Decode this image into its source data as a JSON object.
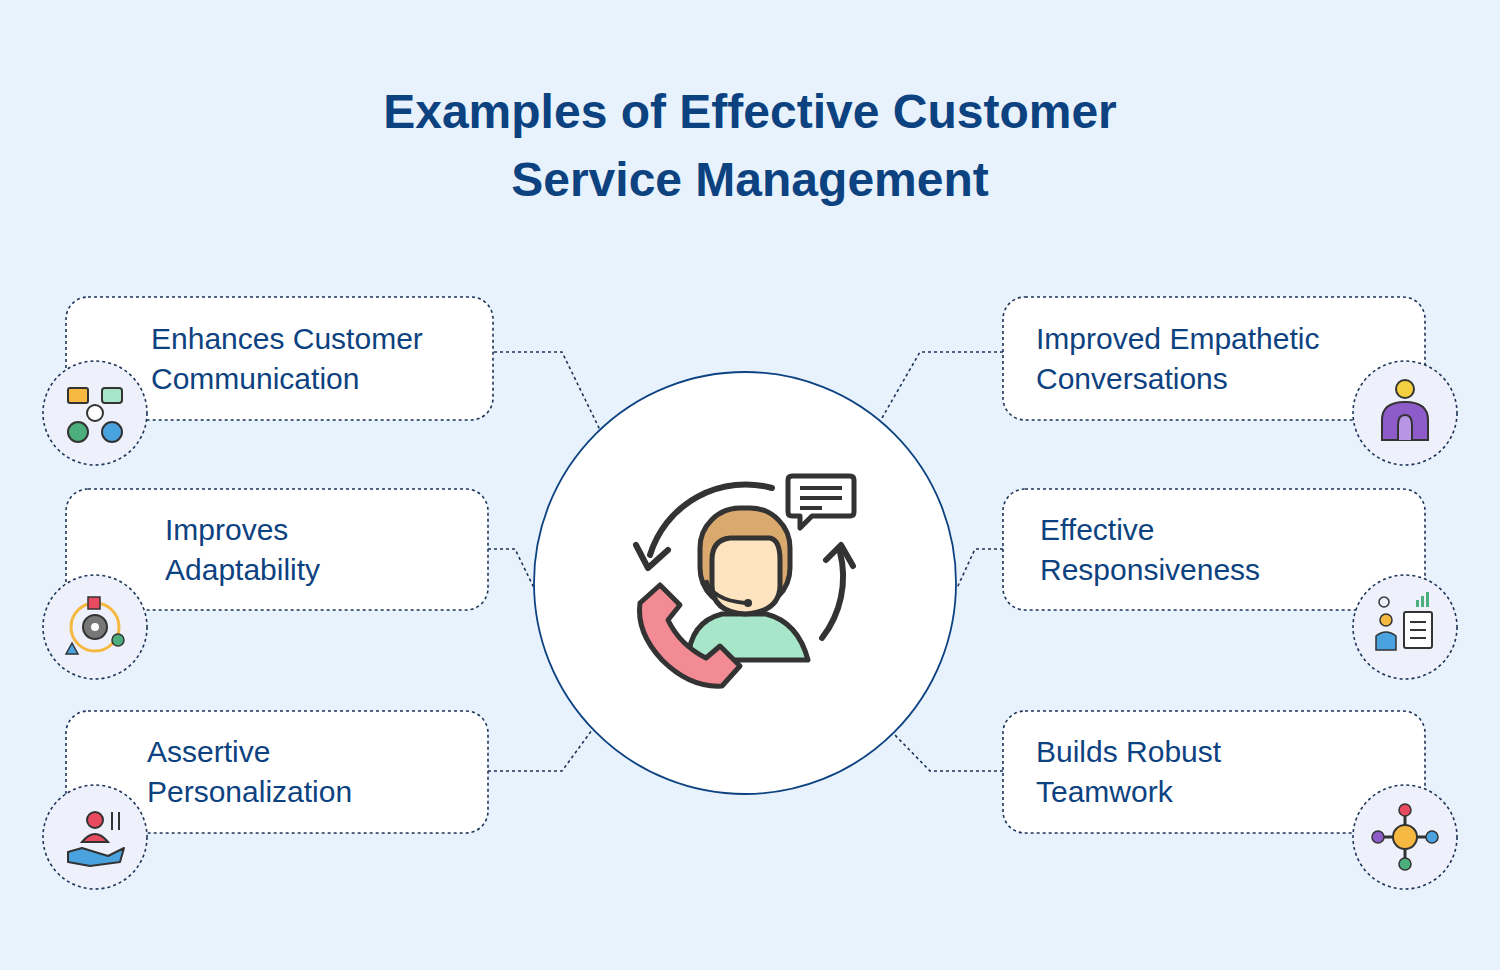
{
  "diagram": {
    "title": "Examples of Effective Customer Service Management",
    "nodes": [
      {
        "text": [
          "Enhances Customer Communication"
        ]
      },
      {
        "text": [
          "Improves Adaptability"
        ]
      },
      {
        "text": [
          "Assertive Personalization"
        ]
      },
      {
        "text": [
          "Improved Empathetic Conversations"
        ]
      },
      {
        "text": [
          "Effective Responsiveness"
        ]
      },
      {
        "text": [
          "Builds Robust Teamwork"
        ]
      }
    ]
  }
}
